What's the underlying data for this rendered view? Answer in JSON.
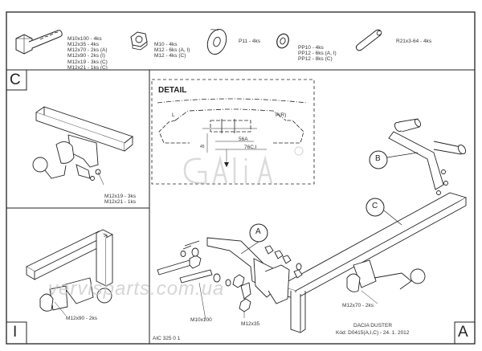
{
  "views": {
    "c": "C",
    "i": "I",
    "a": "A"
  },
  "callouts": {
    "a": "A",
    "b": "B",
    "c": "C"
  },
  "parts": {
    "bolts": [
      "M10x100 - 4ks",
      "M12x35 - 4ks",
      "M12x70 - 2ks (A)",
      "M12x90 - 2ks (I)",
      "M12x19 - 3ks (C)",
      "M12x21 - 1ks (C)"
    ],
    "nuts": [
      "M10 - 4ks",
      "M12 - 6ks (A, I)",
      "M12 - 4ks (C)"
    ],
    "washer_large": "P11 - 4ks",
    "spring_washers": [
      "PP10 - 4ks",
      "PP12 - 6ks (A, I)",
      "PP12 - 8ks (C)"
    ],
    "sleeve": "R21x3-64 - 4ks"
  },
  "view_c": {
    "notes": [
      "M12x19 - 3ks",
      "M12x21 - 1ks"
    ]
  },
  "view_i": {
    "note": "M12x90 - 2ks"
  },
  "detail": {
    "title": "DETAIL",
    "l": "L",
    "pr": "P(R)",
    "dim_56a": "56A",
    "dim_76c": "76C,I",
    "dim_vertical": "45"
  },
  "main": {
    "note_m10x100": "M10x100",
    "note_m12x35": "M12x35",
    "note_m12x70": "M12x70 - 2ks"
  },
  "title_block": {
    "vehicle": "DACIA DUSTER",
    "code": "Kód: D0415(A,I,C) - 24. 1. 2012",
    "model": "AIC 325 0 1"
  },
  "watermark": "vervisparts.com.ua"
}
